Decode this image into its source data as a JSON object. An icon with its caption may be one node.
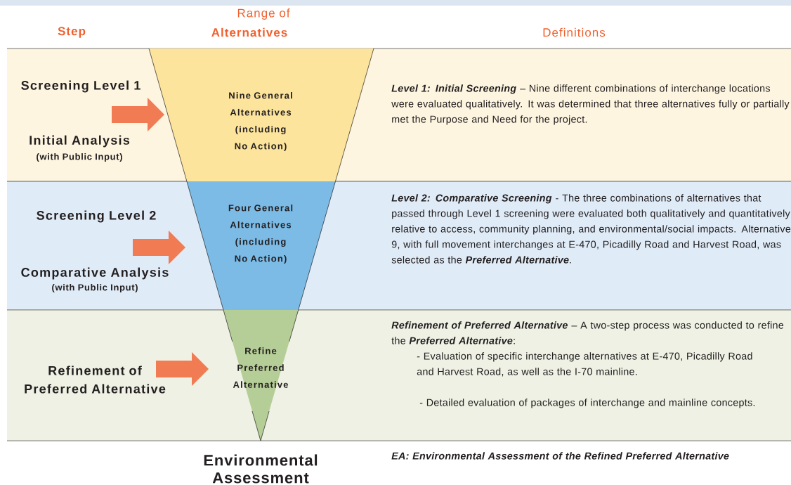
{
  "diagram": {
    "nodes": [
      {
        "text": [
          "Screening Level 1",
          "Initial Analysis",
          "(with Public Input)",
          "**Level 1: Initial Screening** – Nine different combinations of interchange locations were evaluated qualitatively. It was determined that three alternatives fully or partially met the Purpose and Need for the project."
        ]
      },
      {
        "text": [
          "Nine General Alternatives (including No Action)"
        ],
        "in": 0
      },
      {
        "text": [
          "Screening Level 2",
          "Comparative Analysis",
          "(with Public Input)",
          "**Level 2: Comparative Screening** - The three combinations of alternatives that passed through Level 1 screening were evaluated both qualitatively and quantitatively relative to access, community planning, and environmental/social impacts. Alternative 9, with full movement interchanges at E-470, Picadilly Road and Harvest Road, was selected as the **Preferred Alternative**."
        ]
      },
      {
        "text": [
          "Four General Alternatives (including No Action)"
        ],
        "in": 2
      },
      {
        "text": [
          "Refinement of Preferred Alternative",
          "**Refinement of Preferred Alternative** – A two-step process was conducted to refine the **Preferred Alternative**:",
          "- Evaluation of specific interchange alternatives at E-470, Picadilly Road and Harvest Road, as well as the I-70 mainline.",
          "- Detailed evaluation of packages of interchange and mainline concepts."
        ]
      },
      {
        "text": [
          "Refine Preferred Alternative"
        ],
        "in": 4
      }
    ],
    "edges": [
      {
        "from": null,
        "to": 1,
        "arrow": "to"
      },
      {
        "from": null,
        "to": 3,
        "arrow": "to"
      },
      {
        "from": null,
        "to": 5,
        "arrow": "to"
      }
    ],
    "labels": [
      "Range of",
      "Step",
      "Alternatives",
      "Definitions",
      "Environmental Assessment",
      "EA: Environmental Assessment of the Refined Preferred Alternative"
    ]
  }
}
